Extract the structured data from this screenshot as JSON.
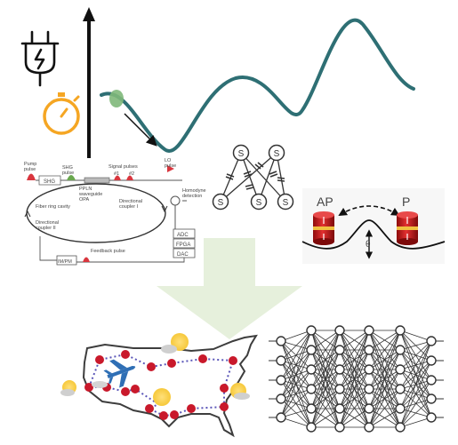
{
  "icons": {
    "plug": "plug-lightning-icon",
    "timer": "stopwatch-icon",
    "sun": "sun-icon",
    "cloud": "cloud-icon",
    "plane": "airplane-icon"
  },
  "colors": {
    "curve": "#2e6f74",
    "ball": "#7fb87a",
    "timer": "#f5a623",
    "arrow": "#e6f0dc",
    "magnet": "#cc1f1f",
    "city": "#c9192b",
    "route": "#5a55b8",
    "usa_outline": "#3d3d3d"
  },
  "optical_setup": {
    "pump_pulse": "Pump\npulse",
    "shg_pulse": "SHG\npulse",
    "shg_box": "SHG",
    "signal_pulses": "Signal pulses",
    "n1": "#1",
    "n2": "#2",
    "lo_pulse": "LO\npulse",
    "ppln": "PPLN\nwaveguide\nOPA",
    "dir_coupler_i": "Directional\ncoupler I",
    "homodyne": "Homodyne\ndetection",
    "fiber_ring": "Fiber ring cavity",
    "dir_coupler_ii": "Directional\ncoupler II",
    "adc": "ADC",
    "fpga": "FPGA",
    "dac": "DAC",
    "impm": "IM/PM",
    "feedback": "Feedback pulse"
  },
  "spin_network": {
    "node_label": "S"
  },
  "magnetic_states": {
    "left": "AP",
    "right": "P",
    "barrier": "θ"
  }
}
